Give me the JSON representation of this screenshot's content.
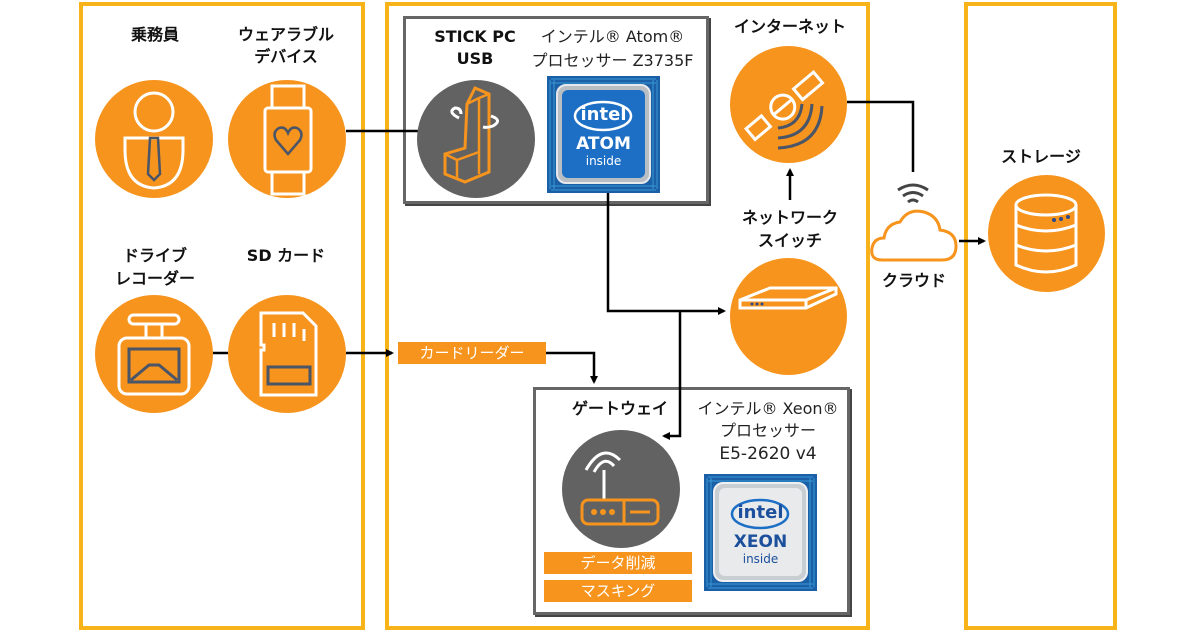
{
  "colors": {
    "accent_orange": "#F7941D",
    "panel_border": "#F8B31A",
    "dark_grey": "#626262",
    "line": "#000000"
  },
  "left_panel": {
    "crew": {
      "label": "乗務員",
      "icon": "person-with-tie-icon"
    },
    "wearable": {
      "label_line1": "ウェアラブル",
      "label_line2": "デバイス",
      "icon": "smartwatch-heart-icon"
    },
    "drive_recorder": {
      "label_line1": "ドライブ",
      "label_line2": "レコーダー",
      "icon": "dashcam-icon"
    },
    "sd_card": {
      "label": "SD カード",
      "icon": "sd-card-icon"
    }
  },
  "center_panel": {
    "stick_pc": {
      "label_line1": "STICK PC",
      "label_line2": "USB",
      "icon": "usb-stick-icon",
      "cpu_line1": "インテル® Atom®",
      "cpu_line2": "プロセッサー Z3735F",
      "badge": {
        "brand": "intel",
        "product": "ATOM",
        "tagline": "inside"
      }
    },
    "internet": {
      "label": "インターネット",
      "icon": "satellite-icon"
    },
    "network_switch": {
      "label_line1": "ネットワーク",
      "label_line2": "スイッチ",
      "icon": "network-switch-icon"
    },
    "card_reader": {
      "label": "カードリーダー"
    },
    "gateway": {
      "label": "ゲートウェイ",
      "icon": "router-icon",
      "cpu_line1": "インテル® Xeon®",
      "cpu_line2": "プロセッサー",
      "cpu_line3": "E5-2620 v4",
      "badge": {
        "brand": "intel",
        "product": "XEON",
        "tagline": "inside"
      },
      "features": [
        "データ削減",
        "マスキング"
      ]
    }
  },
  "cloud": {
    "label": "クラウド",
    "icon": "cloud-wifi-icon"
  },
  "right_panel": {
    "storage": {
      "label": "ストレージ",
      "icon": "database-icon"
    }
  }
}
